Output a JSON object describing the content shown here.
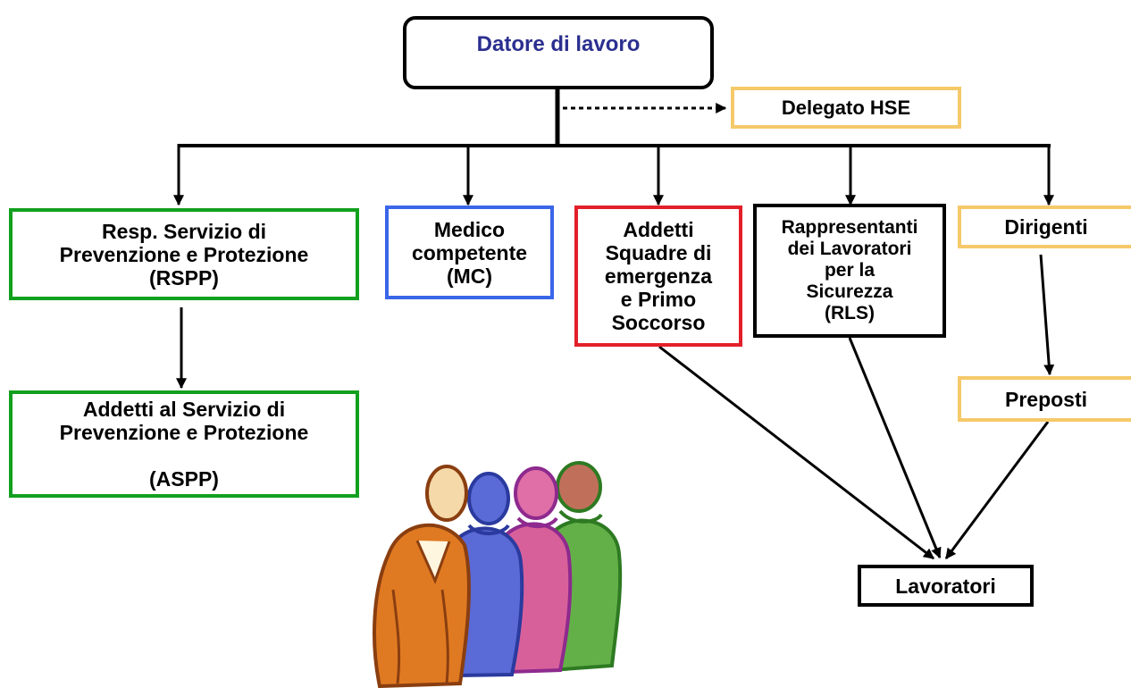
{
  "colors": {
    "title_text": "#2B2F8F",
    "yellow_border": "#F5C96A",
    "green_border": "#12A01E",
    "blue_border": "#3A66E8",
    "red_border": "#E3202A",
    "black_border": "#000000"
  },
  "nodes": {
    "datore": "Datore di lavoro",
    "delegato": "Delegato HSE",
    "rspp": "Resp. Servizio di\nPrevenzione e Protezione\n(RSPP)",
    "mc": "Medico\ncompetente\n(MC)",
    "addetti_emergenza": "Addetti\nSquadre di\nemergenza\ne Primo\nSoccorso",
    "rls": "Rappresentanti\ndei Lavoratori\nper la\nSicurezza\n(RLS)",
    "dirigenti": "Dirigenti",
    "aspp": "Addetti al Servizio di\nPrevenzione e Protezione\n\n(ASPP)",
    "preposti": "Preposti",
    "lavoratori": "Lavoratori"
  },
  "illustration": {
    "icon": "group-of-workers-icon",
    "figure_colors": [
      "#E07A22",
      "#5A6AD6",
      "#D8609A",
      "#64B048"
    ]
  }
}
